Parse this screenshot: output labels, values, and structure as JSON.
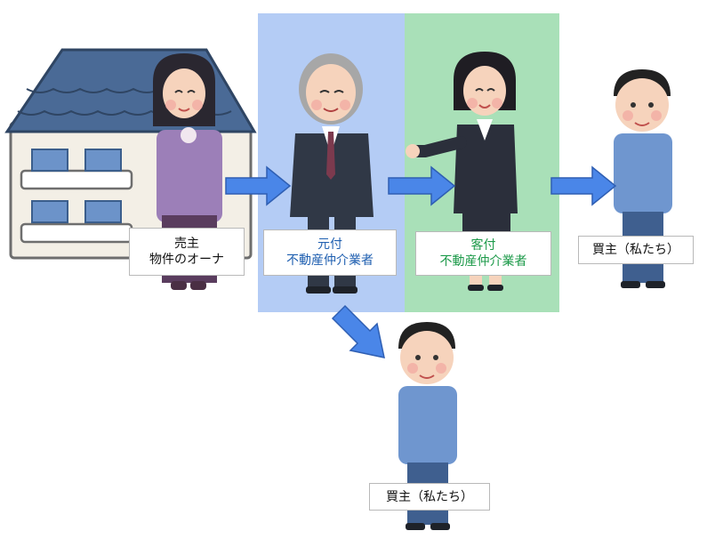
{
  "colors": {
    "motozuke_zone": "#b4ccf5",
    "kyakuzuke_zone": "#a9e0b8",
    "arrow": "#4a86e8",
    "motozuke_text": "#1f5fb0",
    "kyakuzuke_text": "#1d9a4a"
  },
  "labels": {
    "seller": {
      "line1": "売主",
      "line2": "物件のオーナ"
    },
    "motozuke": {
      "line1": "元付",
      "line2": "不動産仲介業者"
    },
    "kyakuzuke": {
      "line1": "客付",
      "line2": "不動産仲介業者"
    },
    "buyer_right": "買主（私たち）",
    "buyer_bottom": "買主（私たち）"
  },
  "icons": [
    "house-icon",
    "seller-woman-icon",
    "elderly-agent-man-icon",
    "agent-woman-icon",
    "buyer-man-icon",
    "arrow-right-icon",
    "arrow-down-right-icon"
  ]
}
